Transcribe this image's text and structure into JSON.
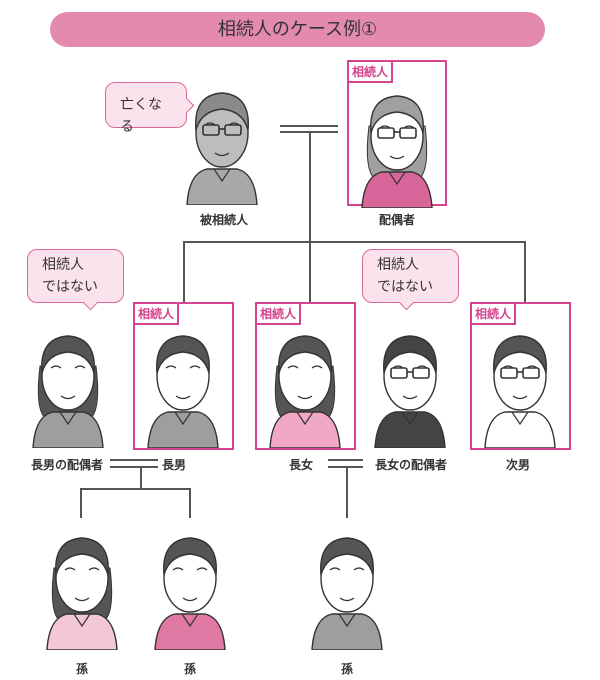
{
  "title": "相続人のケース例①",
  "heir_tag": "相続人",
  "colors": {
    "accent": "#d6438e",
    "title_bg": "#e48aae",
    "bubble_bg": "#fbe3ee"
  },
  "people": {
    "deceased": {
      "label": "被相続人",
      "bubble": "亡くなる"
    },
    "spouse": {
      "label": "配偶者",
      "tag": "相続人"
    },
    "eldest_son_spouse": {
      "label": "長男の配偶者",
      "bubble_line1": "相続人",
      "bubble_line2": "ではない"
    },
    "eldest_son": {
      "label": "長男",
      "tag": "相続人"
    },
    "eldest_daughter": {
      "label": "長女",
      "tag": "相続人"
    },
    "eldest_daughter_spouse": {
      "label": "長女の配偶者",
      "bubble_line1": "相続人",
      "bubble_line2": "ではない"
    },
    "second_son": {
      "label": "次男",
      "tag": "相続人"
    },
    "grandchild_1": {
      "label": "孫"
    },
    "grandchild_2": {
      "label": "孫"
    },
    "grandchild_3": {
      "label": "孫"
    }
  }
}
